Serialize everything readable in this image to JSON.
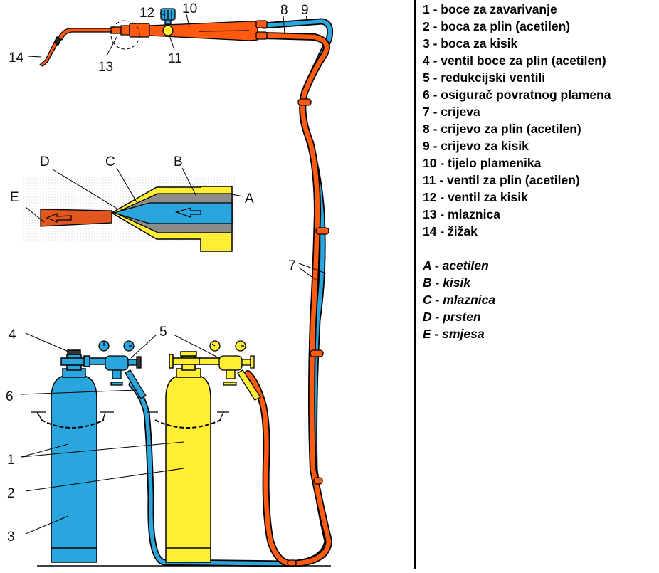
{
  "legend": {
    "numbered": [
      {
        "key": "1",
        "text": "boce za zavarivanje"
      },
      {
        "key": "2",
        "text": "boca za plin (acetilen)"
      },
      {
        "key": "3",
        "text": "boca za kisik"
      },
      {
        "key": "4",
        "text": "ventil boce za plin (acetilen)"
      },
      {
        "key": "5",
        "text": "redukcijski ventili"
      },
      {
        "key": "6",
        "text": "osigurač povratnog plamena"
      },
      {
        "key": "7",
        "text": "crijeva"
      },
      {
        "key": "8",
        "text": "crijevo za plin (acetilen)"
      },
      {
        "key": "9",
        "text": "crijevo za kisik"
      },
      {
        "key": "10",
        "text": "tijelo plamenika"
      },
      {
        "key": "11",
        "text": "ventil za plin (acetilen)"
      },
      {
        "key": "12",
        "text": "ventil za kisik"
      },
      {
        "key": "13",
        "text": "mlaznica"
      },
      {
        "key": "14",
        "text": "žižak"
      }
    ],
    "lettered": [
      {
        "key": "A",
        "text": "acetilen"
      },
      {
        "key": "B",
        "text": "kisik"
      },
      {
        "key": "C",
        "text": "mlaznica"
      },
      {
        "key": "D",
        "text": "prsten"
      },
      {
        "key": "E",
        "text": "smjesa"
      }
    ],
    "separator": " - "
  },
  "callouts": {
    "torch": [
      "14",
      "13",
      "12",
      "11",
      "10",
      "8",
      "9"
    ],
    "nozzle": [
      "E",
      "D",
      "C",
      "B",
      "A"
    ],
    "hose": "7",
    "cylinders": [
      "4",
      "5",
      "6",
      "1",
      "2",
      "3"
    ]
  },
  "colors": {
    "oxygen_blue": "#2aa6df",
    "acetylene_yellow": "#ffee33",
    "hose_orange": "#ff5a10",
    "mixture_orange": "#e0561e",
    "gray_fill": "#8c8c8c",
    "outline": "#000000"
  }
}
